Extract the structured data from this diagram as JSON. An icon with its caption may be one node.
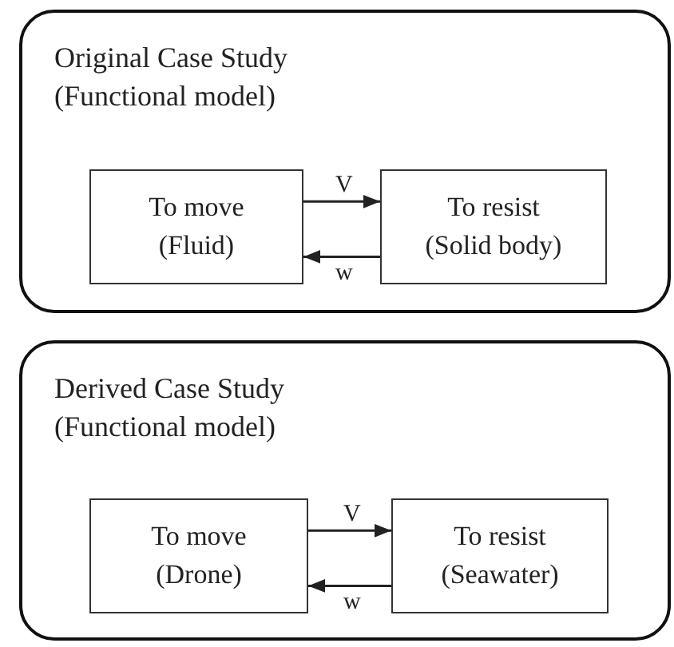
{
  "diagram": {
    "nodes": [
      {
        "text": [
          "Original Case Study (Functional model)"
        ]
      },
      {
        "text": [
          "To move (Fluid)"
        ],
        "in": 0
      },
      {
        "text": [
          "To resist (Solid body)"
        ],
        "in": 0
      },
      {
        "text": [
          "Derived Case Study (Functional model)"
        ]
      },
      {
        "text": [
          "To move (Drone)"
        ],
        "in": 3
      },
      {
        "text": [
          "To resist (Seawater)"
        ],
        "in": 3
      }
    ],
    "edges": [
      {
        "from": 1,
        "to": 2,
        "arrow": "to",
        "label": "V"
      },
      {
        "from": 2,
        "to": 1,
        "arrow": "to",
        "label": "w"
      },
      {
        "from": 4,
        "to": 5,
        "arrow": "to",
        "label": "V"
      },
      {
        "from": 5,
        "to": 4,
        "arrow": "to",
        "label": "w"
      }
    ]
  }
}
